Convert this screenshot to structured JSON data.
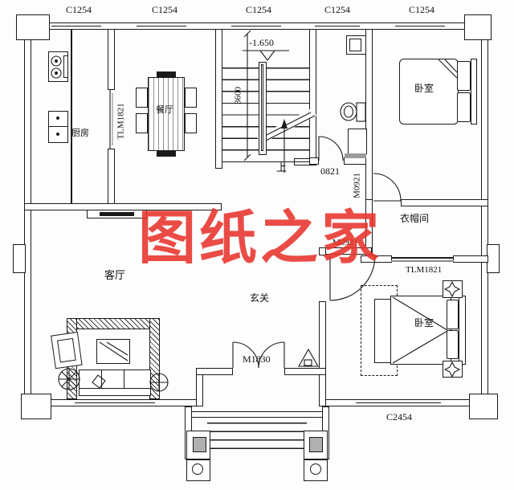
{
  "drawing": {
    "type": "residential floor plan",
    "watermark": {
      "text": "图纸之家",
      "color": "#e8342c"
    },
    "colors": {
      "line": "#1a1a1a",
      "column_fill": "#b0b0b0",
      "track_gray": "#8a8a8a"
    }
  },
  "labels": {
    "windows_top": [
      "C1254",
      "C1254",
      "C1254",
      "C1254",
      "C1254"
    ],
    "window_bottom": "C2454",
    "kitchen": "厨房",
    "dining": "餐厅",
    "living": "客厅",
    "entry_hall": "玄关",
    "bedroom_top": "卧室",
    "bedroom_bottom": "卧室",
    "cloakroom": "衣帽间",
    "door_kitchen_sliding": "TLM1821",
    "door_cloak_sliding": "TLM1821",
    "door_bath": "0821",
    "door_bedroom_top": "M0921",
    "door_bedroom_bottom": "M0921",
    "door_entry": "M1830",
    "stair_up": "上",
    "stair_dimension": "3600",
    "stair_level": "-1.650"
  }
}
